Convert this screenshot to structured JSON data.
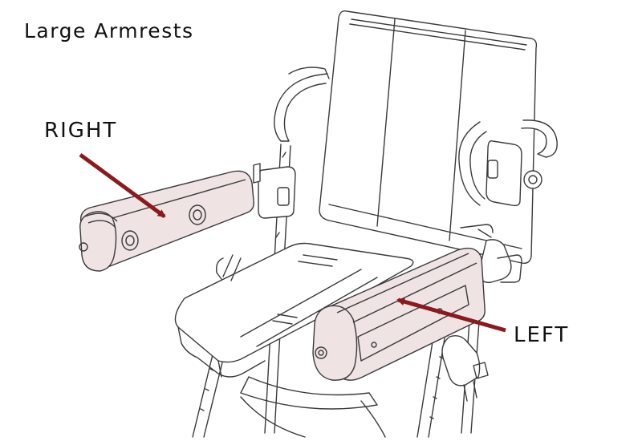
{
  "title": "Large Armrests",
  "callouts": {
    "right": "RIGHT",
    "left": "LEFT"
  },
  "colors": {
    "arrow": "#8b1a1f",
    "armrest_fill": "#efe3e3",
    "line": "#3a3a3a"
  }
}
